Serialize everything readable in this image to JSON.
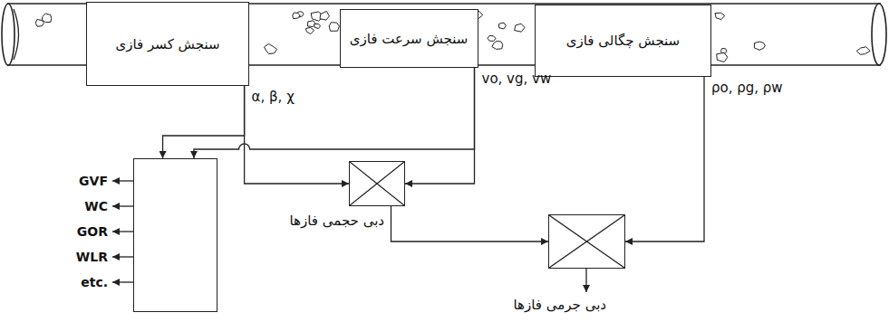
{
  "diagram": {
    "nodes": [
      {
        "text": [
          "سنجش کسر فازی"
        ]
      },
      {
        "text": [
          "سنجش سرعت فازی"
        ]
      },
      {
        "text": [
          "سنجش چگالی فازی"
        ]
      },
      {
        "text": [
          "GVF",
          "WC",
          "GOR",
          "WLR",
          "etc."
        ]
      },
      {
        "text": [
          "دبی حجمی فازها"
        ]
      },
      {
        "text": [
          "دبی جرمی فازها"
        ]
      }
    ],
    "edges": [
      {
        "from": 0,
        "to": 3,
        "arrow": "to",
        "label": "α, β, χ"
      },
      {
        "from": 0,
        "to": 4,
        "arrow": "to"
      },
      {
        "from": 1,
        "to": 3,
        "arrow": "to"
      },
      {
        "from": 1,
        "to": 4,
        "arrow": "to",
        "label": "vo, vg, vw"
      },
      {
        "from": 4,
        "to": 5,
        "arrow": "to"
      },
      {
        "from": 2,
        "to": 5,
        "arrow": "to",
        "label": "ρo, ρg, ρw"
      }
    ]
  }
}
